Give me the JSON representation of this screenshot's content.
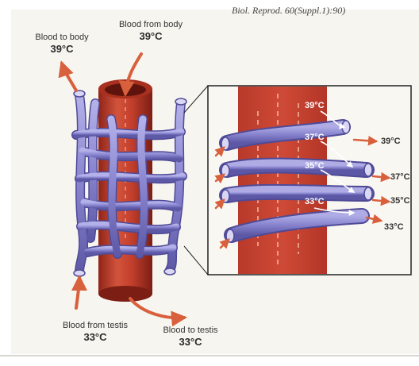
{
  "citation": "Biol. Reprod. 60(Suppl.1):90)",
  "labels": {
    "blood_to_body": {
      "caption": "Blood to body",
      "temp": "39°C"
    },
    "blood_from_body": {
      "caption": "Blood from body",
      "temp": "39°C"
    },
    "blood_from_testis": {
      "caption": "Blood from testis",
      "temp": "33°C"
    },
    "blood_to_testis": {
      "caption": "Blood to testis",
      "temp": "33°C"
    }
  },
  "inset": {
    "artery_temps": [
      "39°C",
      "37°C",
      "35°C",
      "33°C"
    ],
    "vein_temps": [
      "39°C",
      "37°C",
      "35°C",
      "33°C"
    ]
  },
  "colors": {
    "artery": "#c8402f",
    "artery_dark": "#9e2b1e",
    "vein": "#8a86d0",
    "vein_dark": "#5d58a8",
    "arrow": "#d86a45"
  }
}
